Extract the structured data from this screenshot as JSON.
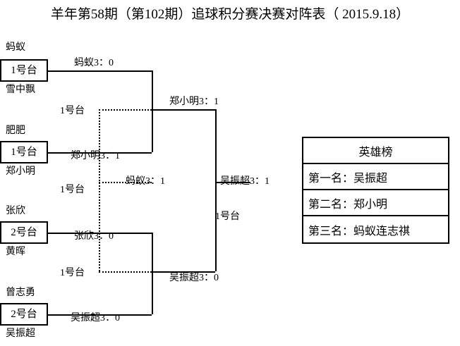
{
  "title": "羊年第58期（第102期）追球积分赛决赛对阵表（ 2015.9.18）",
  "bracket": {
    "matches": [
      {
        "id": "m1",
        "top_player": "蚂蚁",
        "bottom_player": "雪中飘",
        "table": "1号台",
        "result": "蚂蚁3：0"
      },
      {
        "id": "m2",
        "top_player": "肥肥",
        "bottom_player": "郑小明",
        "table": "1号台",
        "result": "郑小明3：1"
      },
      {
        "id": "m3",
        "top_player": "张欣",
        "bottom_player": "黄晖",
        "table": "2号台",
        "result": "张欣3：0"
      },
      {
        "id": "m4",
        "top_player": "曾志勇",
        "bottom_player": "吴振超",
        "table": "2号台",
        "result": "吴振超3：0"
      }
    ],
    "round_tables": {
      "upper_semi": "1号台",
      "lower_semi": "1号台",
      "final": "1号台"
    },
    "round_results": {
      "upper_semi": "郑小明3：1",
      "lower_semi": "吴振超3：0",
      "consolation": "蚂蚁3：1",
      "final": "吴振超3：1"
    }
  },
  "hero_board": {
    "heading": "英雄榜",
    "entries": [
      "第一名：吴振超",
      "第二名：郑小明",
      "第三名：蚂蚁连志祺"
    ]
  }
}
